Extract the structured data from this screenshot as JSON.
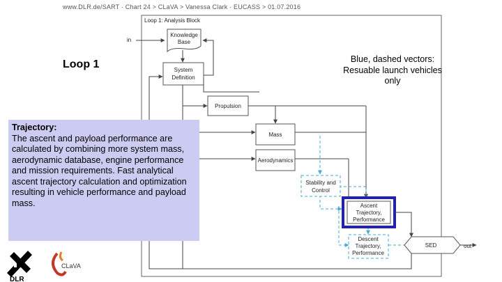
{
  "header": "www.DLR.de/SART  ·  Chart 24     > CLaVA  > Vanessa Clark  ·  EUCASS  > 01.07.2016",
  "loop_title": "Loop 1",
  "note": "Blue, dashed vectors: Resuable launch vehicles only",
  "trajectory_box": {
    "title": "Trajectory:",
    "body": "The ascent and payload performance are calculated by combining more system mass, aerodynamic database, engine performance and mission requirements. Fast analytical ascent trajectory calculation and optimization resulting in vehicle performance and payload mass."
  },
  "diagram": {
    "frame_label": "Loop 1: Analysis Block",
    "input_label": "in",
    "output_label": "out",
    "nodes": {
      "knowledge_base": [
        "Knowledge",
        "Base"
      ],
      "system_definition": [
        "System",
        "Definition"
      ],
      "propulsion": [
        "Propulsion"
      ],
      "mass": [
        "Mass"
      ],
      "aerodynamics": [
        "Aerodynamics"
      ],
      "stability": [
        "Stability and",
        "Control"
      ],
      "ascent": [
        "Ascent",
        "Trajectory,",
        "Performance"
      ],
      "descent": [
        "Descent",
        "Trajectory,",
        "Performance"
      ],
      "sed": [
        "SED"
      ]
    }
  },
  "logos": {
    "dlr": "DLR",
    "clava": "CLaVA"
  },
  "colors": {
    "highlight": "#2222aa",
    "dashed": "#44aadd",
    "box_fill": "#ccccf2"
  }
}
